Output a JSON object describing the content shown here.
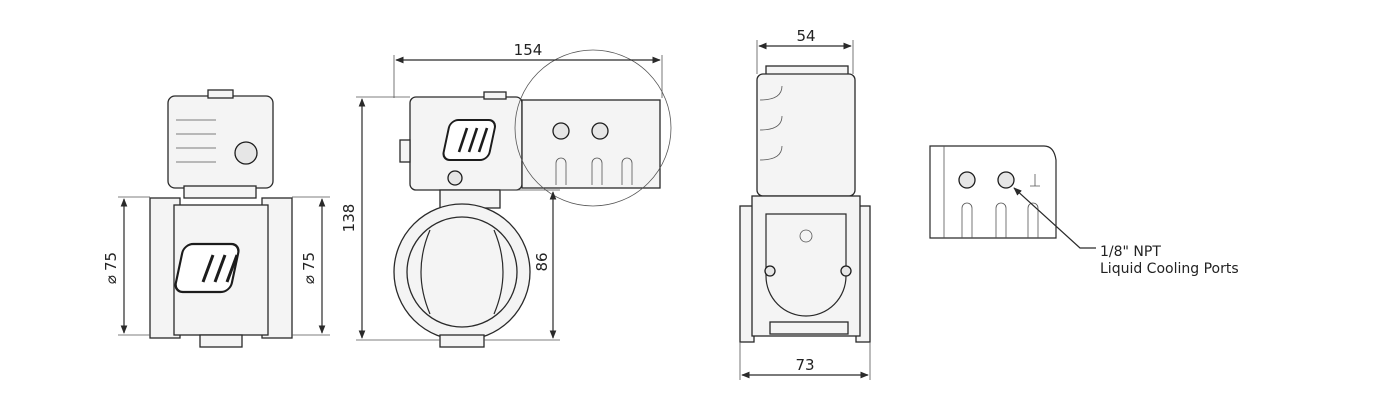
{
  "views": {
    "front": {
      "left_dia_symbol": "⌀",
      "left_dia_value": "75",
      "right_dia_symbol": "⌀",
      "right_dia_value": "75"
    },
    "side": {
      "width": "154",
      "height": "138",
      "center_height": "86"
    },
    "end": {
      "top_width": "54",
      "bottom_width": "73"
    },
    "detail": {
      "callout_line1": "1/8\" NPT",
      "callout_line2": "Liquid Cooling Ports"
    }
  }
}
